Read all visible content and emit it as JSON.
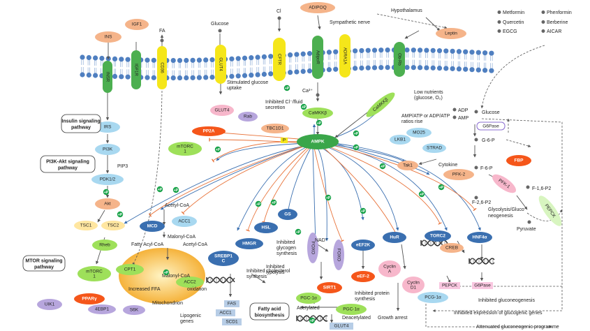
{
  "receptors": {
    "insr": "INSR",
    "igf1r": "IGF1R",
    "cd36": "CD36",
    "glut4": "GLUT4",
    "cftr": "CFTR",
    "adipor": "AdipoR",
    "adra1a": "ADRA1A",
    "obrb": "Ob-Rb"
  },
  "ligands": {
    "ins": "INS",
    "igf1": "IGF1",
    "fa": "FA",
    "glucose": "Glucose",
    "cl": "Cl",
    "adipoq": "ADIPOQ",
    "leptin": "Leptin",
    "hypothalamus": "Hypothalamus",
    "symp_nerve": "Sympathetic nerve"
  },
  "drugs": [
    "Metformin",
    "Phenformin",
    "Quercetin",
    "Berberine",
    "EGCG",
    "AICAR"
  ],
  "membrane_labels": {
    "stim_glucose": "Stimulated glucose uptake",
    "inh_cl": "Inhibited Cl⁻/fluid secretion",
    "ca": "Ca²⁺"
  },
  "nodes": {
    "ampk": "AMPK",
    "camkk2a": "CaMKKβ",
    "camkk2b": "CaMKKβ",
    "lkb1": "LKB1",
    "mo25": "MO25",
    "strad": "STRAD",
    "tak1": "Tak1",
    "cytokine": "Cytokine",
    "pfk2": "PFK-2",
    "glut4v": "GLUT4",
    "rab": "Rab",
    "tbc1d1": "TBC1D1",
    "pp2a": "PP2A",
    "mtorc1a": "mTORC 1",
    "p_small": "P",
    "irs": "IRS",
    "pi3k": "PI3K",
    "pip3": "PIP3",
    "pdk12": "PDK1/2",
    "akt": "Akt",
    "tsc1": "TSC1",
    "tsc2": "TSC2",
    "rheb": "Rheb",
    "mtorc1b": "mTORC 1",
    "uik1": "UIK1",
    "ppary": "PPARγ",
    "4ebp1": "4EBP1",
    "s6k": "S6K",
    "cpt1": "CPT1",
    "mcd": "MCD",
    "acc1": "ACC1",
    "acc2": "ACC2",
    "srebp1c": "SREBP1 C",
    "hmgr": "HMGR",
    "hsl": "HSL",
    "gs": "GS",
    "foxo_a": "FOXO",
    "foxo_b": "FOXO",
    "nad": "NAD⁺",
    "sirt1": "SIRT1",
    "pgc1a_a": "PGC-1α",
    "pgc1a_b": "PGC-1α",
    "eef2k": "eEF2K",
    "eef2": "eEF-2",
    "hur": "HuR",
    "cyclin_a": "Cyclin A",
    "cyclin_d1": "Cyclin D1",
    "torc2": "TORC2",
    "creb": "CREB",
    "hnf4a": "HNF4α",
    "pepck_gene": "PEPCK",
    "g6pase_gene": "G6Pase",
    "pcg1a": "PCG-1α",
    "g6pase_top": "G6Pase",
    "fbp": "FBP",
    "pfk1": "PFK-1",
    "pepck_r": "PEPCK"
  },
  "text_labels": {
    "low_nutrients": "Low nutrients (glucose, O₂)",
    "amp_atp": "AMP/ATP or ADP/ATP ratios rise",
    "adp": "ADP",
    "amp": "AMP",
    "glucose_r": "Glucose",
    "g6p": "G-6-P",
    "f6p": "F-6-P",
    "f26p2": "F-2,6-P2",
    "f16p2": "F-1,6-P2",
    "pyruvate": "Pyruvate",
    "glyco_neo": "Glycolysis/Gluco neogenesis",
    "inh_gluconeo": "Inhibited gluconeogenesis",
    "inh_expr": "Inhibited expression of glucogenic genes",
    "atten": "Attenuated gluconeogenic programme",
    "acetyl_coa1": "Acetyl-CoA",
    "acetyl_coa2": "Acetyl-CoA",
    "malonyl_coa1": "Malonyl-CoA",
    "malonyl_coa2": "Malonyl-CoA",
    "fatty_acyl": "Fatty Acyl-CoA",
    "inc_ffa": "Increased FFA oxidation",
    "mito": "Mitochondrion",
    "lipogenic": "Lipogenic genes",
    "fas": "FAS",
    "acc1g": "ACC1",
    "scd1": "SCD1",
    "inh_chol": "Inhibited cholesterol synthesis",
    "inh_lipo": "Inhibited lipolysis",
    "inh_glycogen": "Inhibited glycogen synthesis",
    "acetylated": "Acetylated",
    "deacetylated": "Deacetylated",
    "glut4_bottom": "GLUT4",
    "inh_protein": "Inhibited protein synthesis",
    "growth_arrest": "Growth arrest",
    "mtor_box": "MTOR signaling pathway",
    "insulin_box": "Insulin signaling pathway",
    "pi3k_box": "PI3K-Akt signaling pathway",
    "fatty_box": "Fatty acid biosynthesis"
  },
  "colors": {
    "membrane_head": "#4f7fc0",
    "receptor_green": "#4caf50",
    "receptor_yellow": "#f5e61a",
    "ampk": "#3aa64a",
    "peach": "#f5b48a",
    "lightblue": "#a8d8f0",
    "orange_red": "#f5561a",
    "lime": "#9ee05a",
    "lavender": "#b7a6dd",
    "pink": "#f7b7cb",
    "inhibit": "#e8733a",
    "activate": "#3a6fb0"
  }
}
